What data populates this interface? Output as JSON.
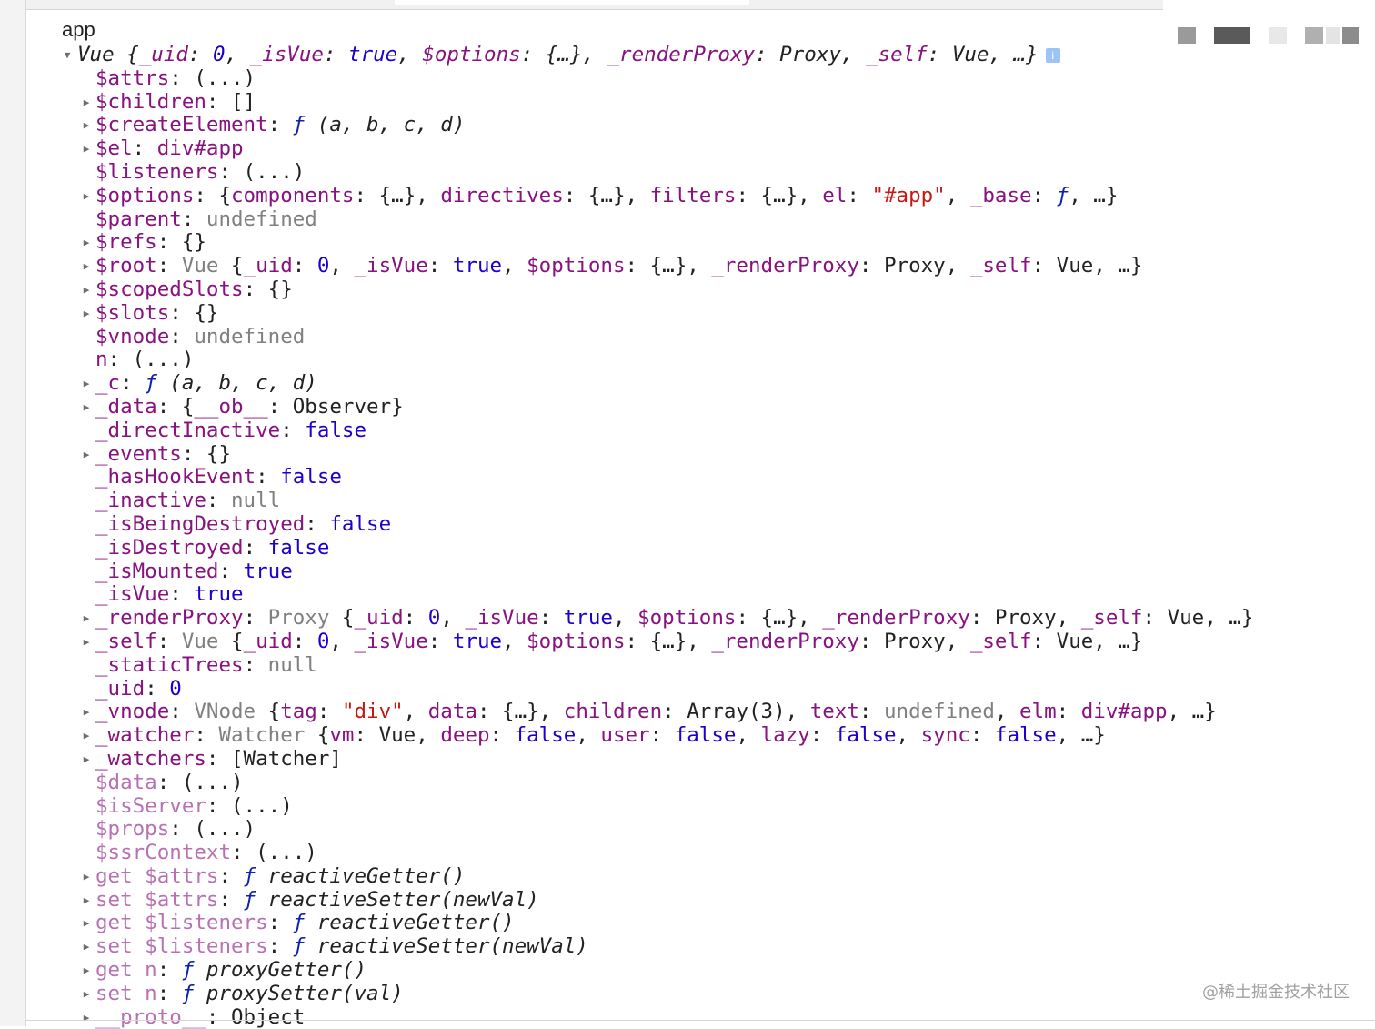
{
  "panel": {
    "expression": "app",
    "watermark": "@稀土掘金技术社区",
    "info_icon": "info-icon",
    "info_glyph": "i"
  },
  "tree": {
    "root": [
      {
        "t": "Vue {",
        "c": ""
      },
      {
        "t": "_uid",
        "c": "k"
      },
      {
        "t": ": ",
        "c": ""
      },
      {
        "t": "0",
        "c": "n"
      },
      {
        "t": ", ",
        "c": ""
      },
      {
        "t": "_isVue",
        "c": "k"
      },
      {
        "t": ": ",
        "c": ""
      },
      {
        "t": "true",
        "c": "n"
      },
      {
        "t": ", ",
        "c": ""
      },
      {
        "t": "$options",
        "c": "k"
      },
      {
        "t": ": {…}, ",
        "c": ""
      },
      {
        "t": "_renderProxy",
        "c": "k"
      },
      {
        "t": ": Proxy, ",
        "c": ""
      },
      {
        "t": "_self",
        "c": "k"
      },
      {
        "t": ": Vue, …}",
        "c": ""
      }
    ],
    "rows": [
      {
        "e": false,
        "p": [
          {
            "t": "$attrs",
            "c": "k"
          },
          {
            "t": ": (...)",
            "c": ""
          }
        ]
      },
      {
        "e": true,
        "p": [
          {
            "t": "$children",
            "c": "k"
          },
          {
            "t": ": []",
            "c": ""
          }
        ]
      },
      {
        "e": true,
        "p": [
          {
            "t": "$createElement",
            "c": "k"
          },
          {
            "t": ": ",
            "c": ""
          },
          {
            "t": "ƒ",
            "c": "f"
          },
          {
            "t": " (a, b, c, d)",
            "c": "it"
          }
        ]
      },
      {
        "e": true,
        "p": [
          {
            "t": "$el",
            "c": "k"
          },
          {
            "t": ": ",
            "c": ""
          },
          {
            "t": "div#app",
            "c": "k"
          }
        ]
      },
      {
        "e": false,
        "p": [
          {
            "t": "$listeners",
            "c": "k"
          },
          {
            "t": ": (...)",
            "c": ""
          }
        ]
      },
      {
        "e": true,
        "p": [
          {
            "t": "$options",
            "c": "k"
          },
          {
            "t": ": {",
            "c": ""
          },
          {
            "t": "components",
            "c": "k"
          },
          {
            "t": ": {…}, ",
            "c": ""
          },
          {
            "t": "directives",
            "c": "k"
          },
          {
            "t": ": {…}, ",
            "c": ""
          },
          {
            "t": "filters",
            "c": "k"
          },
          {
            "t": ": {…}, ",
            "c": ""
          },
          {
            "t": "el",
            "c": "k"
          },
          {
            "t": ": ",
            "c": ""
          },
          {
            "t": "\"#app\"",
            "c": "s"
          },
          {
            "t": ", ",
            "c": ""
          },
          {
            "t": "_base",
            "c": "k"
          },
          {
            "t": ": ",
            "c": ""
          },
          {
            "t": "ƒ",
            "c": "f"
          },
          {
            "t": ", …}",
            "c": ""
          }
        ]
      },
      {
        "e": false,
        "p": [
          {
            "t": "$parent",
            "c": "k"
          },
          {
            "t": ": ",
            "c": ""
          },
          {
            "t": "undefined",
            "c": "g"
          }
        ]
      },
      {
        "e": true,
        "p": [
          {
            "t": "$refs",
            "c": "k"
          },
          {
            "t": ": {}",
            "c": ""
          }
        ]
      },
      {
        "e": true,
        "p": [
          {
            "t": "$root",
            "c": "k"
          },
          {
            "t": ": ",
            "c": ""
          },
          {
            "t": "Vue",
            "c": "g"
          },
          {
            "t": " {",
            "c": ""
          },
          {
            "t": "_uid",
            "c": "k"
          },
          {
            "t": ": ",
            "c": ""
          },
          {
            "t": "0",
            "c": "n"
          },
          {
            "t": ", ",
            "c": ""
          },
          {
            "t": "_isVue",
            "c": "k"
          },
          {
            "t": ": ",
            "c": ""
          },
          {
            "t": "true",
            "c": "n"
          },
          {
            "t": ", ",
            "c": ""
          },
          {
            "t": "$options",
            "c": "k"
          },
          {
            "t": ": {…}, ",
            "c": ""
          },
          {
            "t": "_renderProxy",
            "c": "k"
          },
          {
            "t": ": Proxy, ",
            "c": ""
          },
          {
            "t": "_self",
            "c": "k"
          },
          {
            "t": ": Vue, …}",
            "c": ""
          }
        ]
      },
      {
        "e": true,
        "p": [
          {
            "t": "$scopedSlots",
            "c": "k"
          },
          {
            "t": ": {}",
            "c": ""
          }
        ]
      },
      {
        "e": true,
        "p": [
          {
            "t": "$slots",
            "c": "k"
          },
          {
            "t": ": {}",
            "c": ""
          }
        ]
      },
      {
        "e": false,
        "p": [
          {
            "t": "$vnode",
            "c": "k"
          },
          {
            "t": ": ",
            "c": ""
          },
          {
            "t": "undefined",
            "c": "g"
          }
        ]
      },
      {
        "e": false,
        "p": [
          {
            "t": "n",
            "c": "k"
          },
          {
            "t": ": (...)",
            "c": ""
          }
        ]
      },
      {
        "e": true,
        "p": [
          {
            "t": "_c",
            "c": "k"
          },
          {
            "t": ": ",
            "c": ""
          },
          {
            "t": "ƒ",
            "c": "f"
          },
          {
            "t": " (a, b, c, d)",
            "c": "it"
          }
        ]
      },
      {
        "e": true,
        "p": [
          {
            "t": "_data",
            "c": "k"
          },
          {
            "t": ": {",
            "c": ""
          },
          {
            "t": "__ob__",
            "c": "k"
          },
          {
            "t": ": Observer}",
            "c": ""
          }
        ]
      },
      {
        "e": false,
        "p": [
          {
            "t": "_directInactive",
            "c": "k"
          },
          {
            "t": ": ",
            "c": ""
          },
          {
            "t": "false",
            "c": "n"
          }
        ]
      },
      {
        "e": true,
        "p": [
          {
            "t": "_events",
            "c": "k"
          },
          {
            "t": ": {}",
            "c": ""
          }
        ]
      },
      {
        "e": false,
        "p": [
          {
            "t": "_hasHookEvent",
            "c": "k"
          },
          {
            "t": ": ",
            "c": ""
          },
          {
            "t": "false",
            "c": "n"
          }
        ]
      },
      {
        "e": false,
        "p": [
          {
            "t": "_inactive",
            "c": "k"
          },
          {
            "t": ": ",
            "c": ""
          },
          {
            "t": "null",
            "c": "g"
          }
        ]
      },
      {
        "e": false,
        "p": [
          {
            "t": "_isBeingDestroyed",
            "c": "k"
          },
          {
            "t": ": ",
            "c": ""
          },
          {
            "t": "false",
            "c": "n"
          }
        ]
      },
      {
        "e": false,
        "p": [
          {
            "t": "_isDestroyed",
            "c": "k"
          },
          {
            "t": ": ",
            "c": ""
          },
          {
            "t": "false",
            "c": "n"
          }
        ]
      },
      {
        "e": false,
        "p": [
          {
            "t": "_isMounted",
            "c": "k"
          },
          {
            "t": ": ",
            "c": ""
          },
          {
            "t": "true",
            "c": "n"
          }
        ]
      },
      {
        "e": false,
        "p": [
          {
            "t": "_isVue",
            "c": "k"
          },
          {
            "t": ": ",
            "c": ""
          },
          {
            "t": "true",
            "c": "n"
          }
        ]
      },
      {
        "e": true,
        "p": [
          {
            "t": "_renderProxy",
            "c": "k"
          },
          {
            "t": ": ",
            "c": ""
          },
          {
            "t": "Proxy",
            "c": "g"
          },
          {
            "t": " {",
            "c": ""
          },
          {
            "t": "_uid",
            "c": "k"
          },
          {
            "t": ": ",
            "c": ""
          },
          {
            "t": "0",
            "c": "n"
          },
          {
            "t": ", ",
            "c": ""
          },
          {
            "t": "_isVue",
            "c": "k"
          },
          {
            "t": ": ",
            "c": ""
          },
          {
            "t": "true",
            "c": "n"
          },
          {
            "t": ", ",
            "c": ""
          },
          {
            "t": "$options",
            "c": "k"
          },
          {
            "t": ": {…}, ",
            "c": ""
          },
          {
            "t": "_renderProxy",
            "c": "k"
          },
          {
            "t": ": Proxy, ",
            "c": ""
          },
          {
            "t": "_self",
            "c": "k"
          },
          {
            "t": ": Vue, …}",
            "c": ""
          }
        ]
      },
      {
        "e": true,
        "p": [
          {
            "t": "_self",
            "c": "k"
          },
          {
            "t": ": ",
            "c": ""
          },
          {
            "t": "Vue",
            "c": "g"
          },
          {
            "t": " {",
            "c": ""
          },
          {
            "t": "_uid",
            "c": "k"
          },
          {
            "t": ": ",
            "c": ""
          },
          {
            "t": "0",
            "c": "n"
          },
          {
            "t": ", ",
            "c": ""
          },
          {
            "t": "_isVue",
            "c": "k"
          },
          {
            "t": ": ",
            "c": ""
          },
          {
            "t": "true",
            "c": "n"
          },
          {
            "t": ", ",
            "c": ""
          },
          {
            "t": "$options",
            "c": "k"
          },
          {
            "t": ": {…}, ",
            "c": ""
          },
          {
            "t": "_renderProxy",
            "c": "k"
          },
          {
            "t": ": Proxy, ",
            "c": ""
          },
          {
            "t": "_self",
            "c": "k"
          },
          {
            "t": ": Vue, …}",
            "c": ""
          }
        ]
      },
      {
        "e": false,
        "p": [
          {
            "t": "_staticTrees",
            "c": "k"
          },
          {
            "t": ": ",
            "c": ""
          },
          {
            "t": "null",
            "c": "g"
          }
        ]
      },
      {
        "e": false,
        "p": [
          {
            "t": "_uid",
            "c": "k"
          },
          {
            "t": ": ",
            "c": ""
          },
          {
            "t": "0",
            "c": "n"
          }
        ]
      },
      {
        "e": true,
        "p": [
          {
            "t": "_vnode",
            "c": "k"
          },
          {
            "t": ": ",
            "c": ""
          },
          {
            "t": "VNode",
            "c": "g"
          },
          {
            "t": " {",
            "c": ""
          },
          {
            "t": "tag",
            "c": "k"
          },
          {
            "t": ": ",
            "c": ""
          },
          {
            "t": "\"div\"",
            "c": "s"
          },
          {
            "t": ", ",
            "c": ""
          },
          {
            "t": "data",
            "c": "k"
          },
          {
            "t": ": {…}, ",
            "c": ""
          },
          {
            "t": "children",
            "c": "k"
          },
          {
            "t": ": Array(3), ",
            "c": ""
          },
          {
            "t": "text",
            "c": "k"
          },
          {
            "t": ": ",
            "c": ""
          },
          {
            "t": "undefined",
            "c": "g"
          },
          {
            "t": ", ",
            "c": ""
          },
          {
            "t": "elm",
            "c": "k"
          },
          {
            "t": ": ",
            "c": ""
          },
          {
            "t": "div#app",
            "c": "k"
          },
          {
            "t": ", …}",
            "c": ""
          }
        ]
      },
      {
        "e": true,
        "p": [
          {
            "t": "_watcher",
            "c": "k"
          },
          {
            "t": ": ",
            "c": ""
          },
          {
            "t": "Watcher",
            "c": "g"
          },
          {
            "t": " {",
            "c": ""
          },
          {
            "t": "vm",
            "c": "k"
          },
          {
            "t": ": Vue, ",
            "c": ""
          },
          {
            "t": "deep",
            "c": "k"
          },
          {
            "t": ": ",
            "c": ""
          },
          {
            "t": "false",
            "c": "n"
          },
          {
            "t": ", ",
            "c": ""
          },
          {
            "t": "user",
            "c": "k"
          },
          {
            "t": ": ",
            "c": ""
          },
          {
            "t": "false",
            "c": "n"
          },
          {
            "t": ", ",
            "c": ""
          },
          {
            "t": "lazy",
            "c": "k"
          },
          {
            "t": ": ",
            "c": ""
          },
          {
            "t": "false",
            "c": "n"
          },
          {
            "t": ", ",
            "c": ""
          },
          {
            "t": "sync",
            "c": "k"
          },
          {
            "t": ": ",
            "c": ""
          },
          {
            "t": "false",
            "c": "n"
          },
          {
            "t": ", …}",
            "c": ""
          }
        ]
      },
      {
        "e": true,
        "p": [
          {
            "t": "_watchers",
            "c": "k"
          },
          {
            "t": ": [Watcher]",
            "c": ""
          }
        ]
      },
      {
        "e": false,
        "p": [
          {
            "t": "$data",
            "c": "k dim"
          },
          {
            "t": ": (...)",
            "c": ""
          }
        ]
      },
      {
        "e": false,
        "p": [
          {
            "t": "$isServer",
            "c": "k dim"
          },
          {
            "t": ": (...)",
            "c": ""
          }
        ]
      },
      {
        "e": false,
        "p": [
          {
            "t": "$props",
            "c": "k dim"
          },
          {
            "t": ": (...)",
            "c": ""
          }
        ]
      },
      {
        "e": false,
        "p": [
          {
            "t": "$ssrContext",
            "c": "k dim"
          },
          {
            "t": ": (...)",
            "c": ""
          }
        ]
      },
      {
        "e": true,
        "p": [
          {
            "t": "get $attrs",
            "c": "k dim"
          },
          {
            "t": ": ",
            "c": ""
          },
          {
            "t": "ƒ",
            "c": "f"
          },
          {
            "t": " reactiveGetter()",
            "c": "it"
          }
        ]
      },
      {
        "e": true,
        "p": [
          {
            "t": "set $attrs",
            "c": "k dim"
          },
          {
            "t": ": ",
            "c": ""
          },
          {
            "t": "ƒ",
            "c": "f"
          },
          {
            "t": " reactiveSetter(newVal)",
            "c": "it"
          }
        ]
      },
      {
        "e": true,
        "p": [
          {
            "t": "get $listeners",
            "c": "k dim"
          },
          {
            "t": ": ",
            "c": ""
          },
          {
            "t": "ƒ",
            "c": "f"
          },
          {
            "t": " reactiveGetter()",
            "c": "it"
          }
        ]
      },
      {
        "e": true,
        "p": [
          {
            "t": "set $listeners",
            "c": "k dim"
          },
          {
            "t": ": ",
            "c": ""
          },
          {
            "t": "ƒ",
            "c": "f"
          },
          {
            "t": " reactiveSetter(newVal)",
            "c": "it"
          }
        ]
      },
      {
        "e": true,
        "p": [
          {
            "t": "get n",
            "c": "k dim"
          },
          {
            "t": ": ",
            "c": ""
          },
          {
            "t": "ƒ",
            "c": "f"
          },
          {
            "t": " proxyGetter()",
            "c": "it"
          }
        ]
      },
      {
        "e": true,
        "p": [
          {
            "t": "set n",
            "c": "k dim"
          },
          {
            "t": ": ",
            "c": ""
          },
          {
            "t": "ƒ",
            "c": "f"
          },
          {
            "t": " proxySetter(val)",
            "c": "it"
          }
        ]
      },
      {
        "e": true,
        "p": [
          {
            "t": "__proto__",
            "c": "k dim"
          },
          {
            "t": ": Object",
            "c": ""
          }
        ]
      }
    ]
  }
}
